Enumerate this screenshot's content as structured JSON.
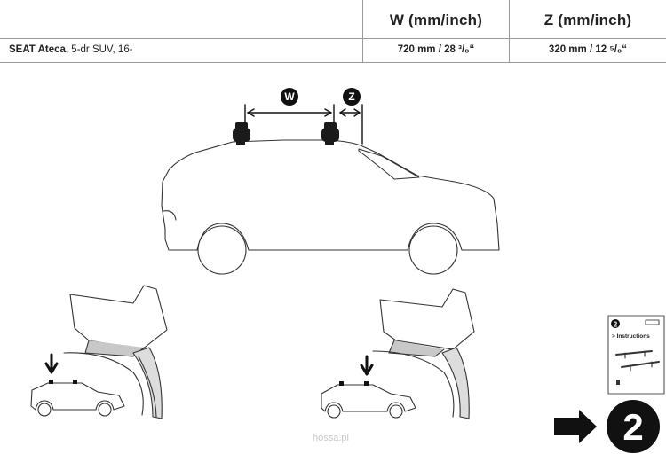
{
  "table": {
    "headers": {
      "w": "W (mm/inch)",
      "z": "Z (mm/inch)"
    },
    "row": {
      "vehicle_name": "SEAT Ateca,",
      "vehicle_desc": " 5-dr SUV, 16-",
      "w_value": "720 mm / 28 ³/₈“",
      "z_value": "320 mm / 12 ⁵/₈“"
    }
  },
  "diagram": {
    "label_w": "W",
    "label_z": "Z"
  },
  "next_step": {
    "booklet_step": "2",
    "booklet_title": "> Instructions",
    "number": "2"
  },
  "watermark": "hossa.pl"
}
